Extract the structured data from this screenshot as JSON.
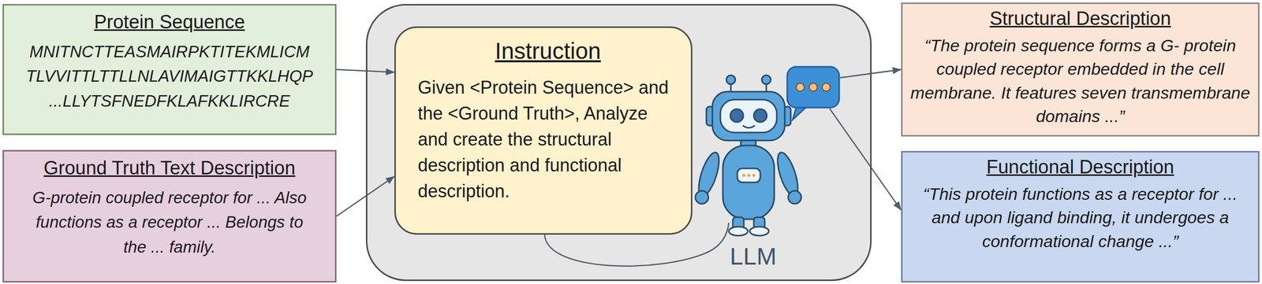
{
  "diagram": {
    "nodes": [
      {
        "text": [
          "Protein Sequence",
          "MNITNCTTEASMAIRPKTITEKMLICM TLVVITTLTTLLNLAVIMAIGTTKKLHQP ...LLYTSFNEDFKLAFKKLIRCRE"
        ]
      },
      {
        "text": [
          "Ground Truth Text Description",
          "G-protein coupled receptor for ... Also functions as a receptor ... Belongs to the ... family."
        ]
      },
      {
        "text": [
          "LLM"
        ]
      },
      {
        "text": [
          "Instruction",
          "Given <Protein Sequence> and the <Ground Truth>, Analyze and create the structural description and functional description."
        ],
        "in": 2
      },
      {
        "text": [
          "Structural Description",
          "“The protein sequence forms a G- protein coupled receptor embedded in the cell membrane. It features seven transmembrane domains ...”"
        ]
      },
      {
        "text": [
          "Functional Description",
          "“This protein functions as a receptor for ... and upon ligand binding, it undergoes a conformational change ...”"
        ]
      }
    ],
    "edges": [
      {
        "from": 0,
        "to": 3,
        "arrow": "to"
      },
      {
        "from": 1,
        "to": 3,
        "arrow": "to"
      },
      {
        "from": 2,
        "to": 4,
        "arrow": "to"
      },
      {
        "from": 2,
        "to": 5,
        "arrow": "to"
      }
    ]
  }
}
